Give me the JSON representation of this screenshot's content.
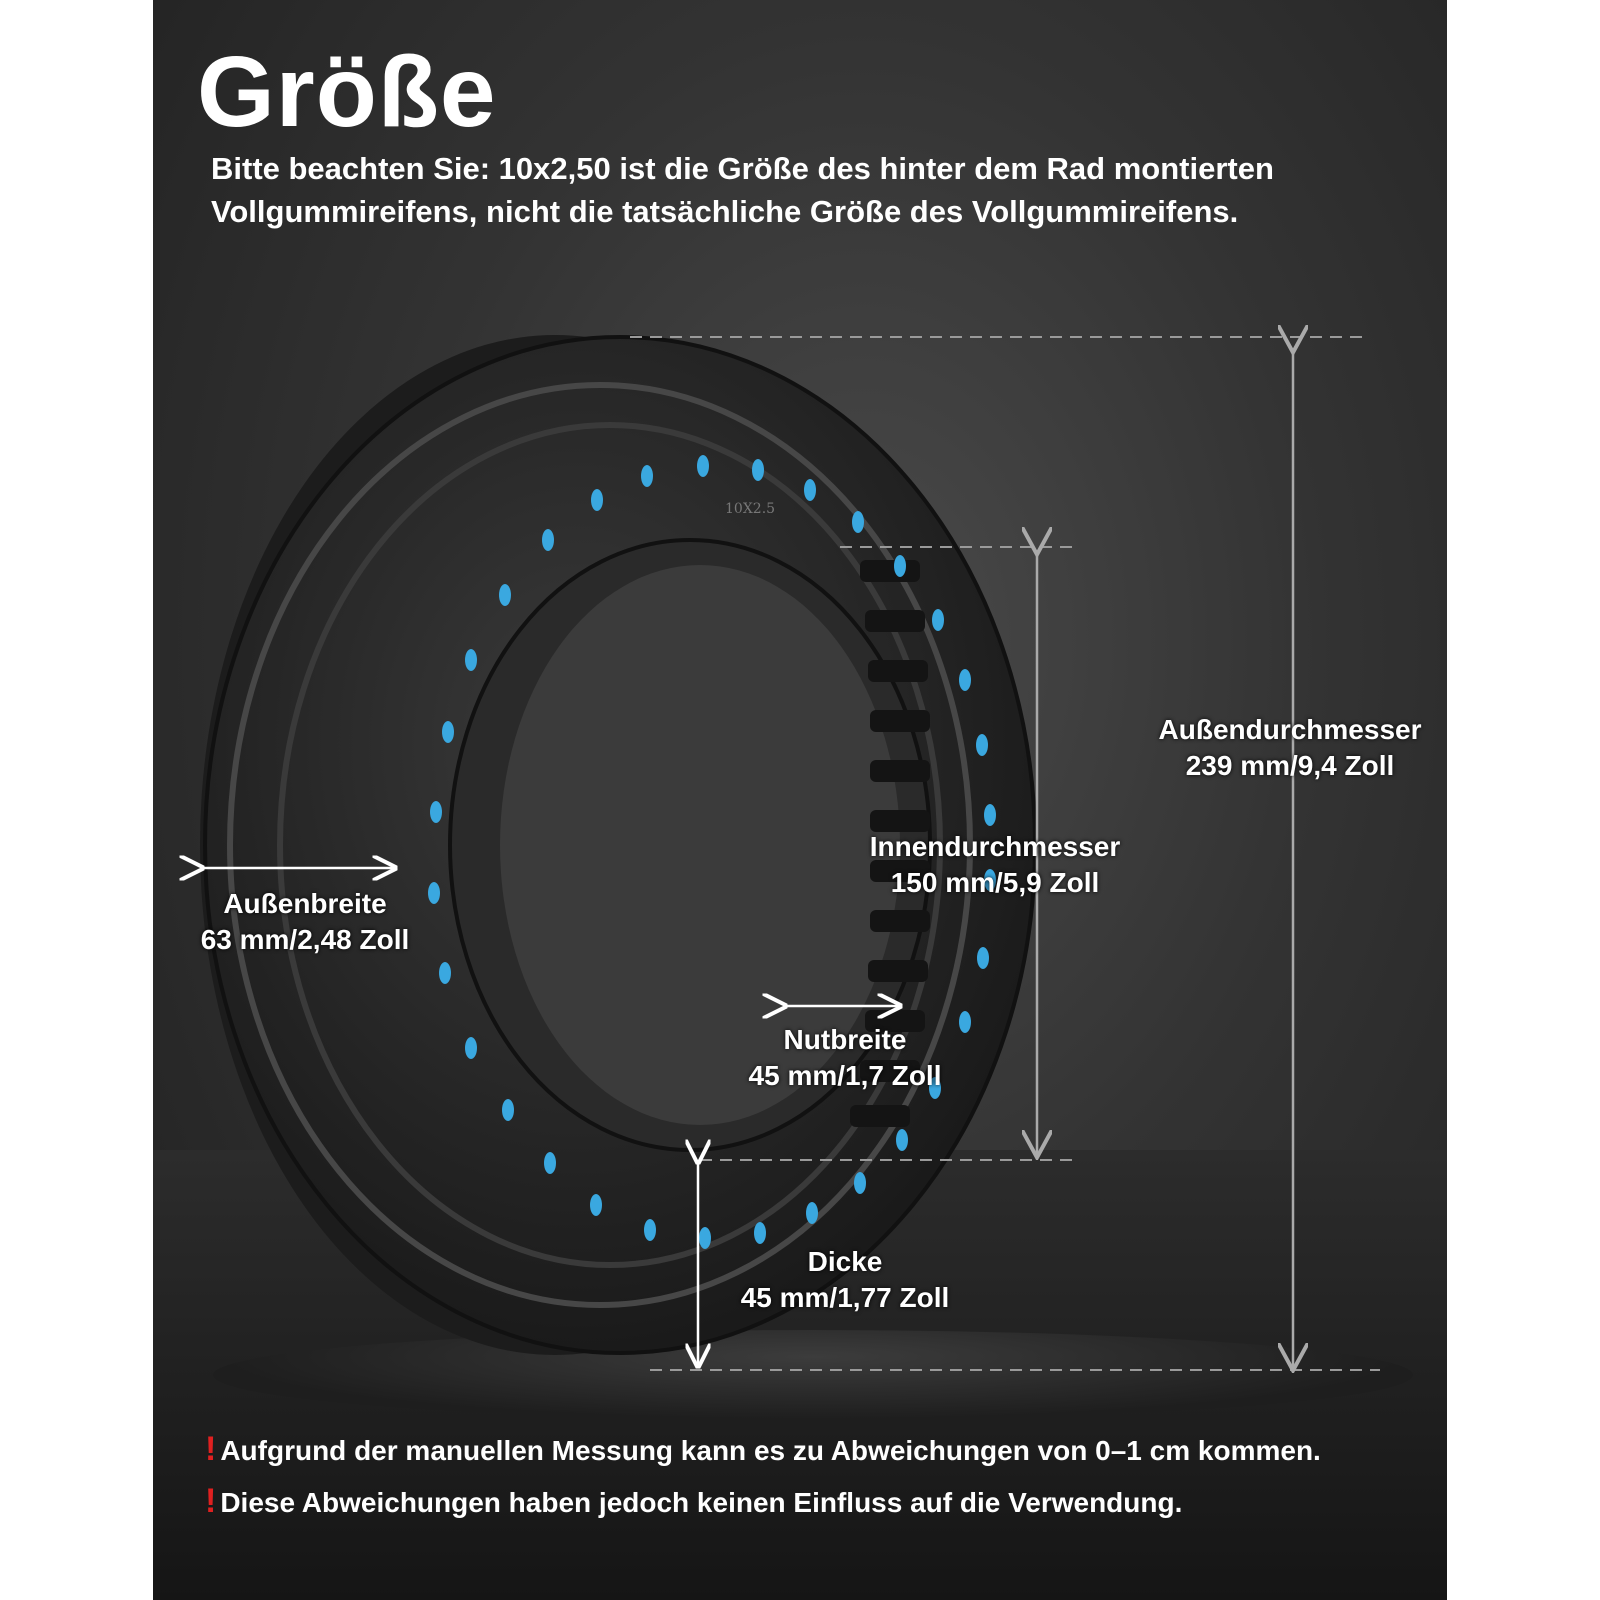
{
  "title": "Größe",
  "note": "Bitte beachten Sie: 10x2,50 ist die Größe des hinter dem Rad montierten Vollgummireifens, nicht die tatsächliche Größe des Vollgummireifens.",
  "tire_marking": "10X2.5",
  "dimensions": {
    "outer_diameter": {
      "label": "Außendurchmesser",
      "value": "239 mm/9,4 Zoll"
    },
    "inner_diameter": {
      "label": "Innendurchmesser",
      "value": "150 mm/5,9 Zoll"
    },
    "outer_width": {
      "label": "Außenbreite",
      "value": "63 mm/2,48 Zoll"
    },
    "groove_width": {
      "label": "Nutbreite",
      "value": "45 mm/1,7 Zoll"
    },
    "thickness": {
      "label": "Dicke",
      "value": "45 mm/1,77 Zoll"
    }
  },
  "warnings": [
    "Aufgrund der manuellen Messung kann es zu Abweichungen von 0–1 cm kommen.",
    "Diese Abweichungen haben jedoch keinen Einfluss auf die Verwendung."
  ],
  "colors": {
    "background": "#2e2e2e",
    "text": "#ffffff",
    "accent_holes": "#3aa8e0",
    "warning_mark": "#e02020"
  }
}
